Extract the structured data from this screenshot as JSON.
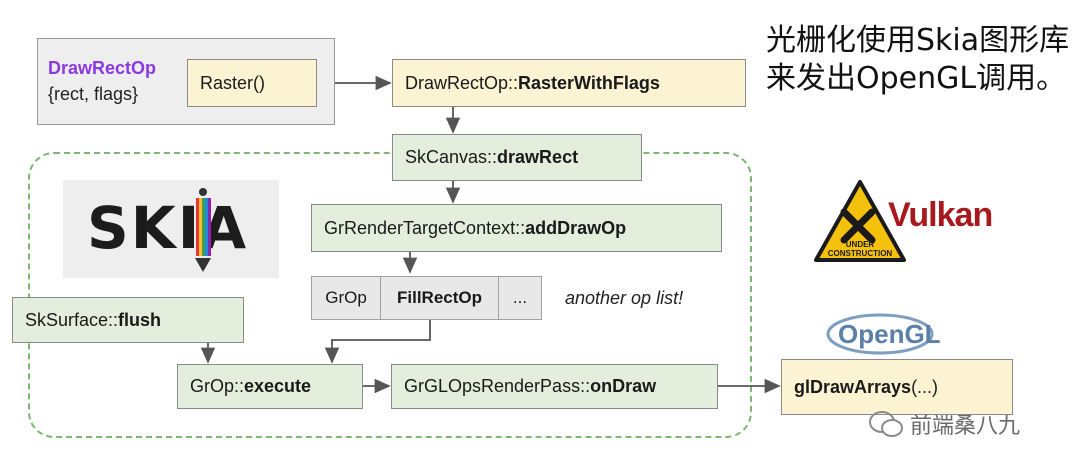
{
  "caption": {
    "line1": "光栅化使用Skia图形库",
    "line2": "来发出OpenGL调用。"
  },
  "drawrect": {
    "title": "DrawRectOp",
    "fields": "{rect, flags}",
    "raster": "Raster()"
  },
  "nodes": {
    "raster_with_flags": {
      "prefix": "DrawRectOp::",
      "method": "RasterWithFlags"
    },
    "draw_rect": {
      "prefix": "SkCanvas::",
      "method": "drawRect"
    },
    "add_draw_op": {
      "prefix": "GrRenderTargetContext::",
      "method": "addDrawOp"
    },
    "flush": {
      "prefix": "SkSurface::",
      "method": "flush"
    },
    "execute": {
      "prefix": "GrOp::",
      "method": "execute"
    },
    "on_draw": {
      "prefix": "GrGLOpsRenderPass::",
      "method": "onDraw"
    },
    "gl_draw_arrays": {
      "method": "glDrawArrays",
      "suffix": "(...)"
    }
  },
  "op_list": {
    "cells": [
      "GrOp",
      "FillRectOp",
      "..."
    ],
    "note": "another op list!"
  },
  "logos": {
    "skia": "SKIA",
    "vulkan": "Vulkan",
    "under_construction": "UNDER CONSTRUCTION",
    "opengl": "OpenGL"
  },
  "watermark": "前端桑八九",
  "colors": {
    "yellow": "#fbf3d2",
    "green": "#e3eedc",
    "gray": "#e8e8e8",
    "purple": "#8a3ae0",
    "dashed": "#7cb872"
  }
}
